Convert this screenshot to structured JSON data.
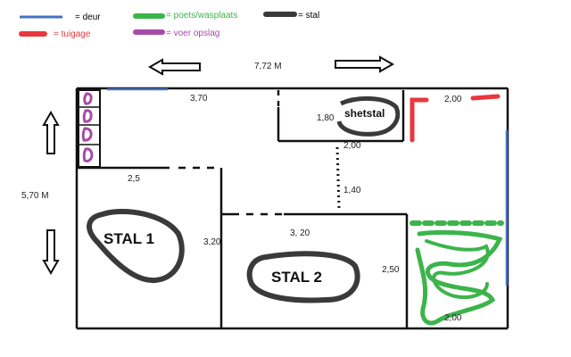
{
  "legend": {
    "door": {
      "label": "= deur",
      "color": "#4472c4"
    },
    "wash": {
      "label": "= poets/wasplaats",
      "color": "#3cb44b"
    },
    "stall": {
      "label": "= stal",
      "color": "#3a3a3a"
    },
    "tack": {
      "label": "= tuigage",
      "color": "#e8373d"
    },
    "feed": {
      "label": "= voer opslag",
      "color": "#a64ca6"
    }
  },
  "dimensions": {
    "total_width": "7,72 M",
    "total_height": "5,70 M",
    "top_left_wall": "3,70",
    "shetstal_height": "1,80",
    "shetstal_width": "2,00",
    "tack_width": "2,00",
    "corridor": "1,40",
    "stal1_width": "2,5",
    "stal1_height": "3,20",
    "stal2_width": "3, 20",
    "stal2_height": "2,50",
    "wash_width": "2,00"
  },
  "labels": {
    "stal1": "STAL 1",
    "stal2": "STAL 2",
    "shetstal": "shetstal"
  }
}
